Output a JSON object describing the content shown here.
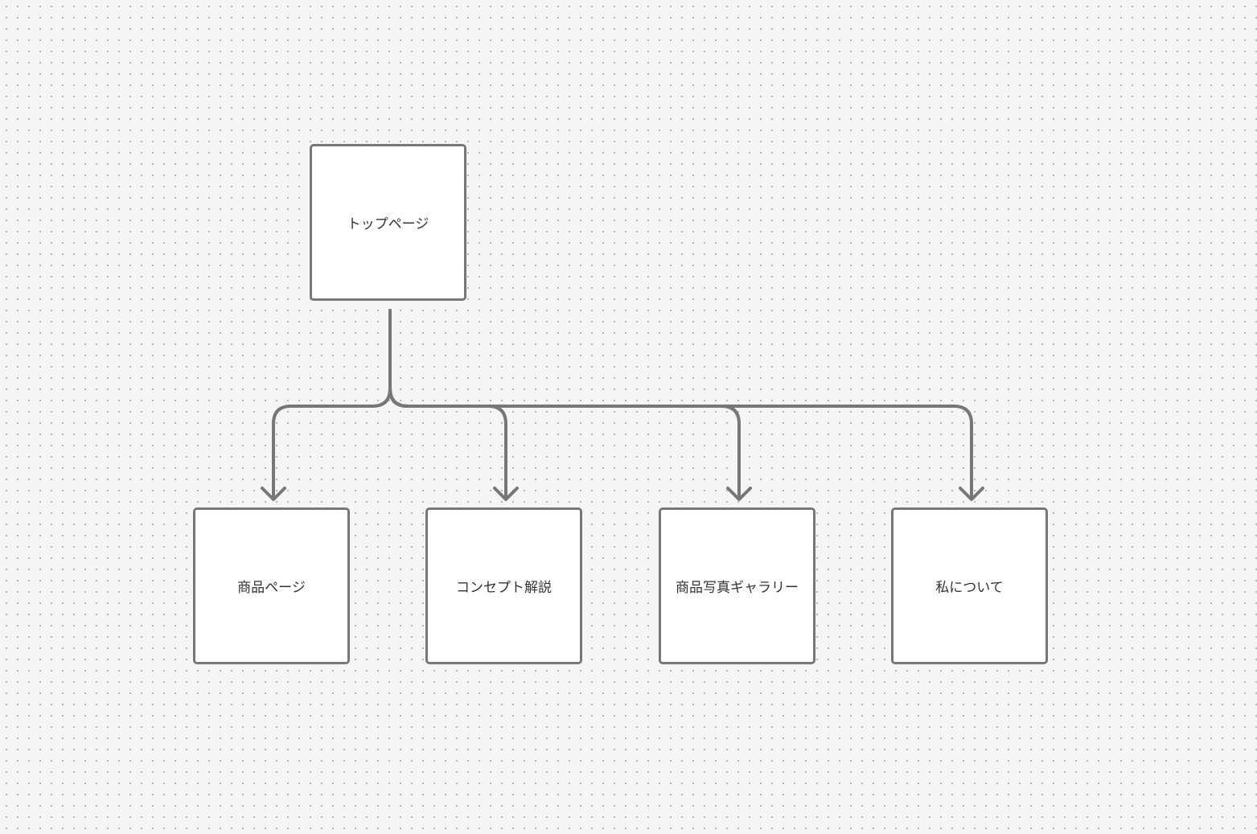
{
  "diagram": {
    "root": {
      "id": "top",
      "label": "トップページ"
    },
    "children": [
      {
        "id": "products",
        "label": "商品ページ"
      },
      {
        "id": "concept",
        "label": "コンセプト解説"
      },
      {
        "id": "gallery",
        "label": "商品写真ギャラリー"
      },
      {
        "id": "about",
        "label": "私について"
      }
    ],
    "edges": [
      {
        "from": "top",
        "to": "products"
      },
      {
        "from": "top",
        "to": "concept"
      },
      {
        "from": "top",
        "to": "gallery"
      },
      {
        "from": "top",
        "to": "about"
      }
    ]
  },
  "colors": {
    "canvas_background": "#f5f5f5",
    "grid_dot": "#b3b3b3",
    "node_fill": "#ffffff",
    "node_border": "#777777",
    "connector": "#777777",
    "text": "#333333"
  }
}
